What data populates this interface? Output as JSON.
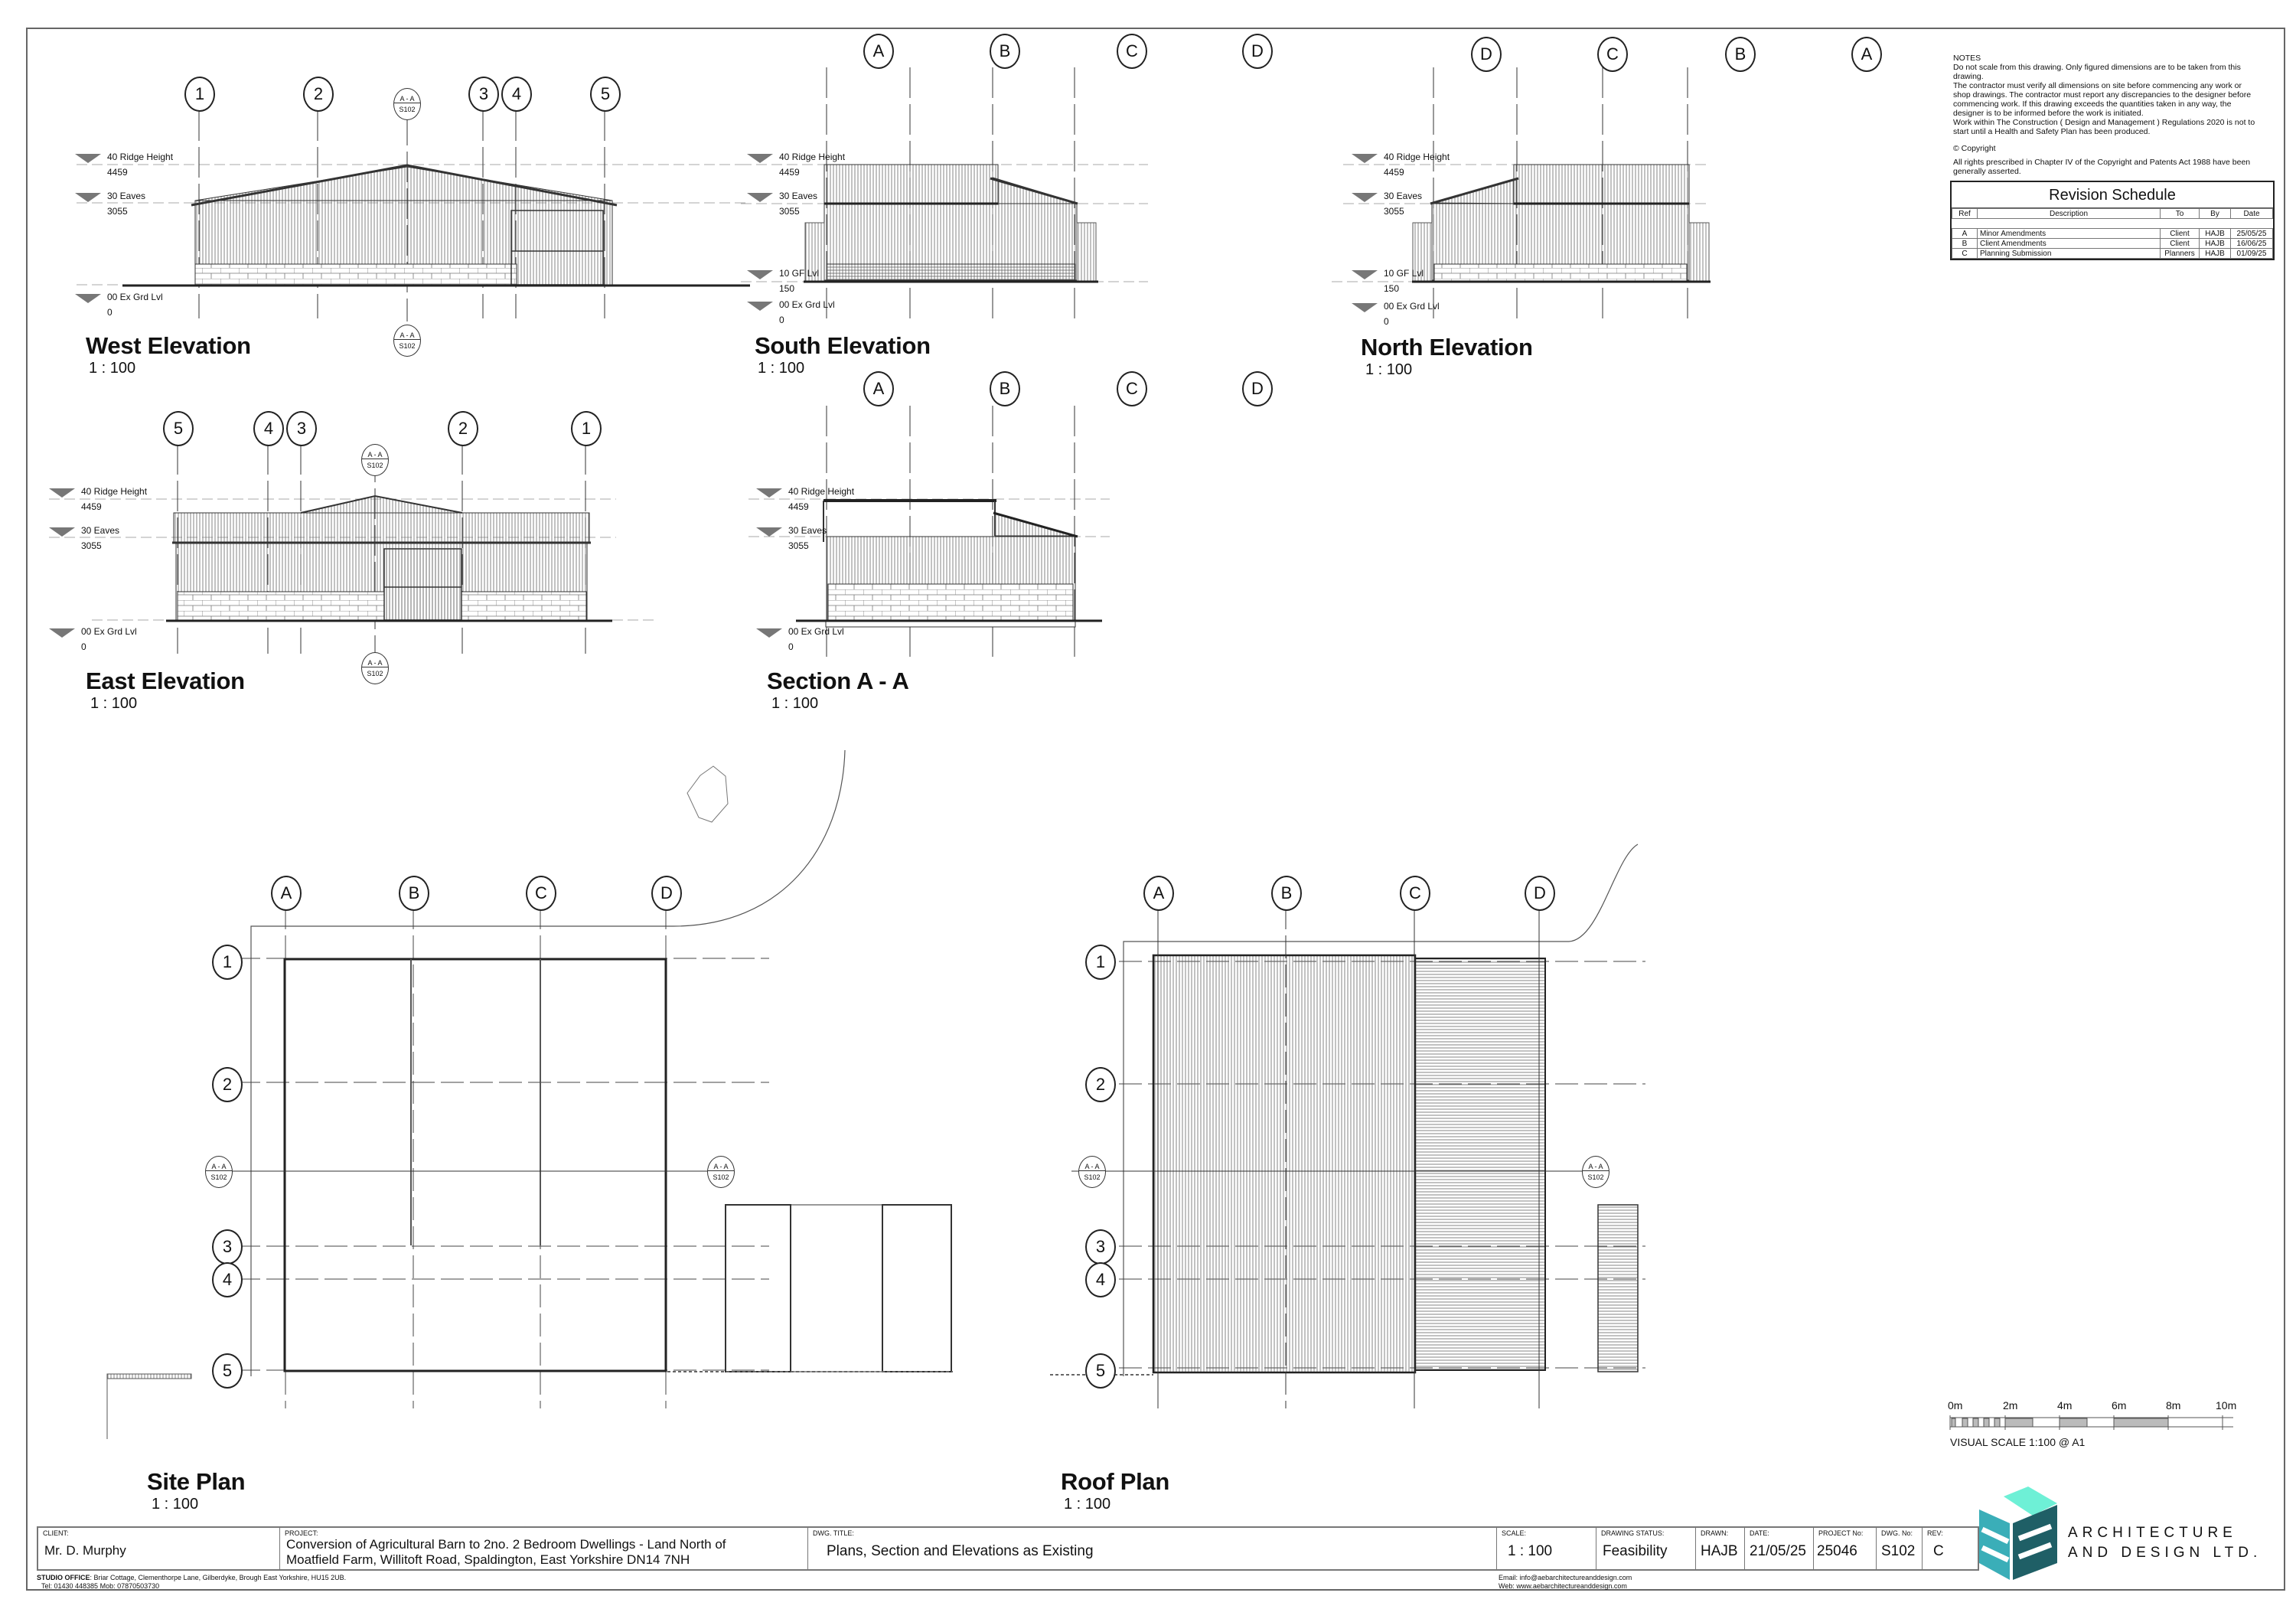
{
  "notes": {
    "heading": "NOTES",
    "lines": [
      "Do not scale from this drawing. Only figured dimensions are to be taken  from this drawing.",
      "The contractor must verify all dimensions on site before commencing any  work or shop drawings. The contractor must report any discrepancies to the designer before  commencing work. If this drawing exceeds the quantities taken in any  way, the designer is to be informed before the work is initiated.",
      "Work within The Construction ( Design and Management ) Regulations  2020 is not to start until a Health and Safety Plan has been produced."
    ],
    "copyright_label": "© Copyright",
    "copyright_text": "All rights prescribed in Chapter IV of the Copyright and Patents Act 1988 have been generally asserted."
  },
  "revision_schedule": {
    "title": "Revision Schedule",
    "headers": [
      "Ref",
      "Description",
      "To",
      "By",
      "Date"
    ],
    "rows": [
      {
        "ref": "A",
        "description": "Minor Amendments",
        "to": "Client",
        "by": "HAJB",
        "date": "25/05/25"
      },
      {
        "ref": "B",
        "description": "Client Amendments",
        "to": "Client",
        "by": "HAJB",
        "date": "16/06/25"
      },
      {
        "ref": "C",
        "description": "Planning Submission",
        "to": "Planners",
        "by": "HAJB",
        "date": "01/09/25"
      }
    ]
  },
  "levels": {
    "ridge": {
      "name": "40 Ridge Height",
      "value": "4459"
    },
    "eaves": {
      "name": "30 Eaves",
      "value": "3055"
    },
    "gf": {
      "name": "10 GF Lvl",
      "value": "150"
    },
    "ground": {
      "name": "00 Ex Grd Lvl",
      "value": "0"
    }
  },
  "section_marker": {
    "top": "A - A",
    "bottom": "S102"
  },
  "views": {
    "west": {
      "title": "West Elevation",
      "scale": "1 : 100",
      "grids": [
        "1",
        "2",
        "3",
        "4",
        "5"
      ]
    },
    "south": {
      "title": "South Elevation",
      "scale": "1 : 100",
      "grids": [
        "A",
        "B",
        "C",
        "D"
      ]
    },
    "north": {
      "title": "North Elevation",
      "scale": "1 : 100",
      "grids": [
        "D",
        "C",
        "B",
        "A"
      ]
    },
    "east": {
      "title": "East Elevation",
      "scale": "1 : 100",
      "grids": [
        "5",
        "4",
        "3",
        "2",
        "1"
      ]
    },
    "section": {
      "title": "Section A - A",
      "scale": "1 : 100",
      "grids": [
        "A",
        "B",
        "C",
        "D"
      ]
    },
    "site": {
      "title": "Site Plan",
      "scale": "1 : 100",
      "col_grids": [
        "A",
        "B",
        "C",
        "D"
      ],
      "row_grids": [
        "1",
        "2",
        "3",
        "4",
        "5"
      ]
    },
    "roof": {
      "title": "Roof Plan",
      "scale": "1 : 100",
      "col_grids": [
        "A",
        "B",
        "C",
        "D"
      ],
      "row_grids": [
        "1",
        "2",
        "3",
        "4",
        "5"
      ]
    }
  },
  "visual_scale": {
    "ticks": [
      "0m",
      "2m",
      "4m",
      "6m",
      "8m",
      "10m"
    ],
    "caption": "VISUAL SCALE 1:100  @ A1"
  },
  "title_block": {
    "client_label": "CLIENT:",
    "client": "Mr. D. Murphy",
    "project_label": "PROJECT:",
    "project": "Conversion of Agricultural Barn to 2no. 2 Bedroom Dwellings - Land North of Moatfield Farm, Willitoft Road, Spaldington, East Yorkshire DN14 7NH",
    "dwg_title_label": "DWG. TITLE:",
    "dwg_title": "Plans, Section and Elevations as Existing",
    "scale_label": "SCALE:",
    "scale": "1 : 100",
    "status_label": "DRAWING STATUS:",
    "status": "Feasibility",
    "drawn_label": "DRAWN:",
    "drawn": "HAJB",
    "date_label": "DATE:",
    "date": "21/05/25",
    "project_no_label": "PROJECT No:",
    "project_no": "25046",
    "dwg_no_label": "DWG. No:",
    "dwg_no": "S102",
    "rev_label": "REV:",
    "rev": "C"
  },
  "office": {
    "label": "STUDIO OFFICE",
    "address": ": Briar Cottage, Clementhorpe Lane, Gilberdyke, Brough East Yorkshire, HU15 2UB.",
    "phone": "Tel: 01430 448385  Mob: 07870503730"
  },
  "contact": {
    "email": "Email: info@aebarchitectureanddesign.com",
    "web": "Web: www.aebarchitectureanddesign.com"
  },
  "company": {
    "line1": "ARCHITECTURE",
    "line2": "AND DESIGN LTD.",
    "colors": {
      "light": "#6ef0d6",
      "mid": "#3aaeb8",
      "dark": "#1f5f66"
    }
  }
}
